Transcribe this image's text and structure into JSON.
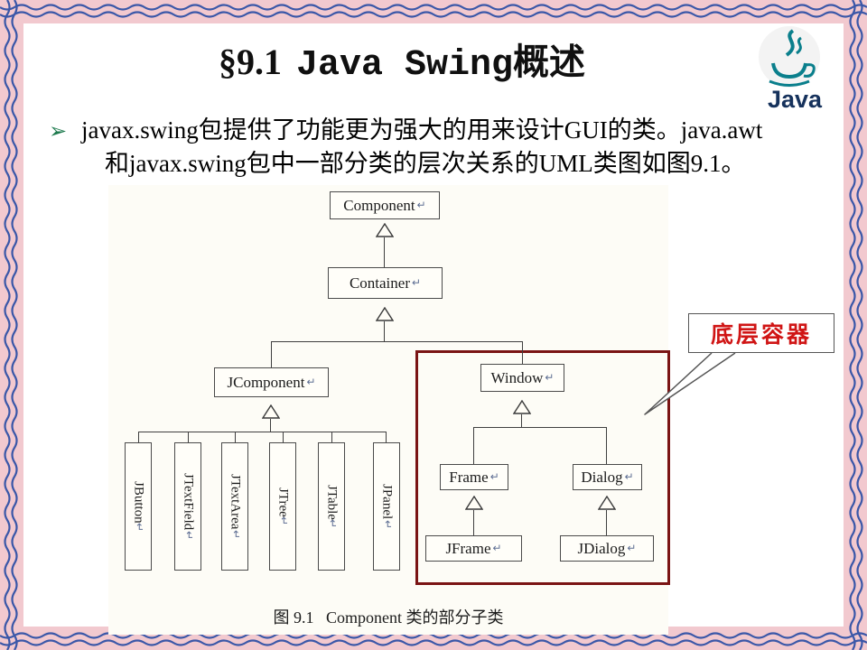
{
  "slide": {
    "title": {
      "section": "§9.1",
      "name": "Java Swing",
      "suffix": "概述"
    },
    "logo_text": "Java",
    "bullet": {
      "marker": "➢",
      "line1": "javax.swing包提供了功能更为强大的用来设计GUI的类。java.awt",
      "line2": "和javax.swing包中一部分类的层次关系的UML类图如图9.1。"
    }
  },
  "diagram": {
    "return_mark": "↵",
    "nodes": {
      "component": "Component",
      "container": "Container",
      "jcomponent": "JComponent",
      "window": "Window",
      "frame": "Frame",
      "dialog": "Dialog",
      "jframe": "JFrame",
      "jdialog": "JDialog"
    },
    "jcomponent_children": [
      "JButton",
      "JTextField",
      "JTextArea",
      "JTree",
      "JTable",
      "JPanel"
    ],
    "callout_label": "底层容器",
    "caption": "图 9.1   Component 类的部分子类",
    "colors": {
      "highlight": "#7a1414",
      "callout_text": "#d01515"
    }
  }
}
